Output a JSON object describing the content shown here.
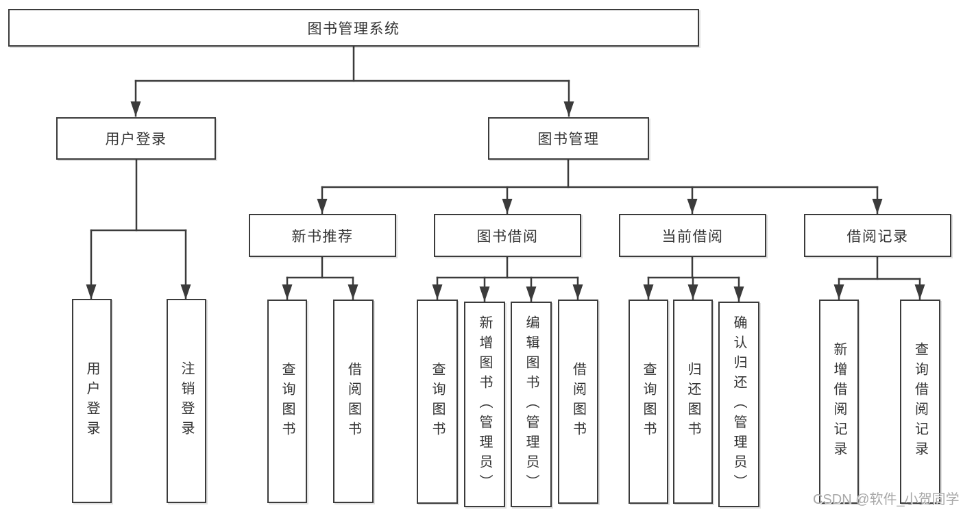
{
  "diagram": {
    "title": "图书管理系统",
    "nodes": {
      "root": "图书管理系统",
      "user_login": "用户登录",
      "book_management": "图书管理",
      "new_book_recommend": "新书推荐",
      "book_borrow": "图书借阅",
      "current_borrow": "当前借阅",
      "borrow_record": "借阅记录",
      "leaf_user_login": "用户登录",
      "leaf_logout": "注销登录",
      "leaf_nbr_query_book": "查询图书",
      "leaf_nbr_borrow_book": "借阅图书",
      "leaf_bb_query_book": "查询图书",
      "leaf_bb_add_book": "新增图书（管理员）",
      "leaf_bb_edit_book": "编辑图书（管理员）",
      "leaf_bb_borrow_book": "借阅图书",
      "leaf_cb_query_book": "查询图书",
      "leaf_cb_return_book": "归还图书",
      "leaf_cb_confirm_return": "确认归还（管理员）",
      "leaf_br_add_record": "新增借阅记录",
      "leaf_br_query_record": "查询借阅记录"
    },
    "tree": {
      "图书管理系统": {
        "用户登录": [
          "用户登录",
          "注销登录"
        ],
        "图书管理": {
          "新书推荐": [
            "查询图书",
            "借阅图书"
          ],
          "图书借阅": [
            "查询图书",
            "新增图书（管理员）",
            "编辑图书（管理员）",
            "借阅图书"
          ],
          "当前借阅": [
            "查询图书",
            "归还图书",
            "确认归还（管理员）"
          ],
          "借阅记录": [
            "新增借阅记录",
            "查询借阅记录"
          ]
        }
      }
    },
    "colors": {
      "line": "#3b3b3b",
      "text": "#333333",
      "background": "#ffffff",
      "watermark": "#a8a8a8"
    }
  },
  "watermark": "CSDN @软件_小贺同学"
}
